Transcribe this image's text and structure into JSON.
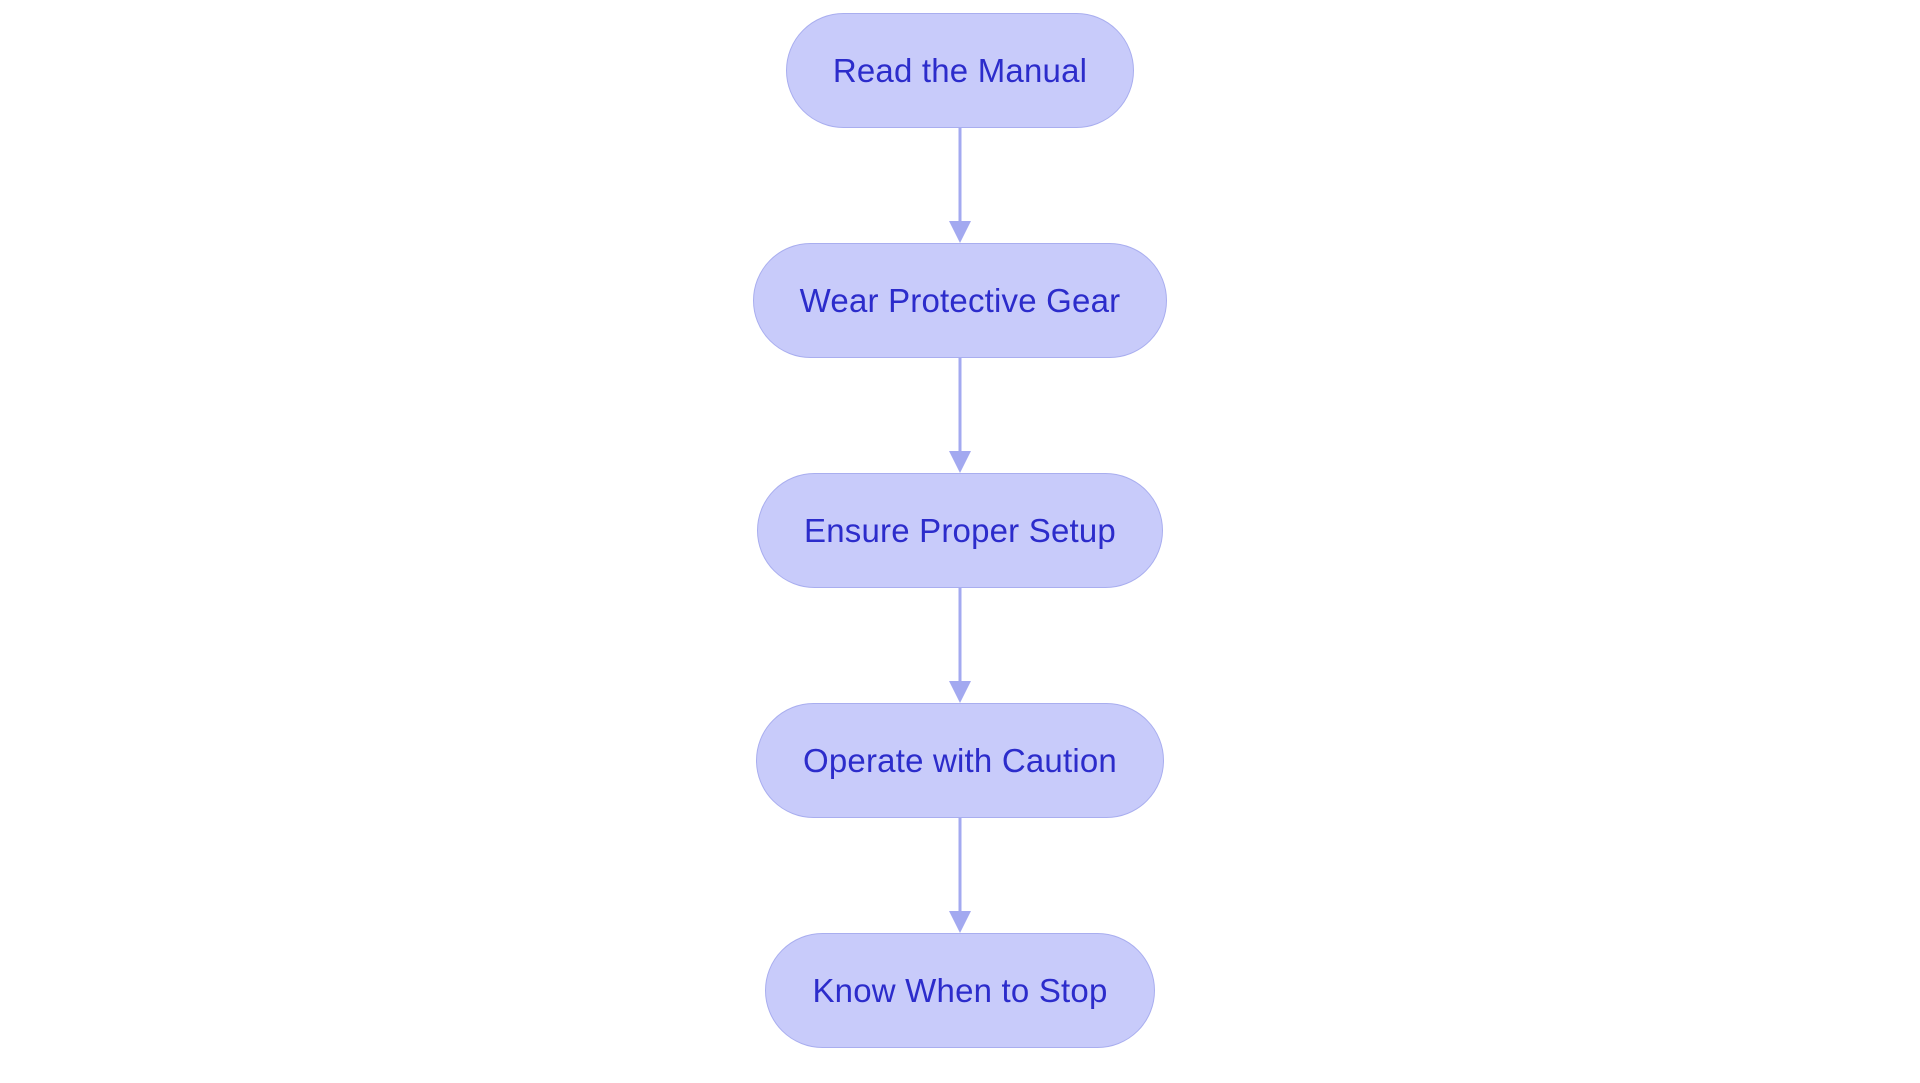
{
  "diagram": {
    "type": "flowchart",
    "orientation": "vertical-top-down",
    "background_color": "#ffffff",
    "node_fill_color": "#c8cbfa",
    "node_border_color": "#a9aeef",
    "node_text_color": "#2c2ccb",
    "connector_color": "#a3a9f0",
    "node_count": 5,
    "edge_count": 4,
    "nodes": [
      {
        "id": "node-1",
        "label": "Read the Manual",
        "shape": "stadium",
        "order": 1
      },
      {
        "id": "node-2",
        "label": "Wear Protective Gear",
        "shape": "stadium",
        "order": 2
      },
      {
        "id": "node-3",
        "label": "Ensure Proper Setup",
        "shape": "stadium",
        "order": 3
      },
      {
        "id": "node-4",
        "label": "Operate with Caution",
        "shape": "stadium",
        "order": 4
      },
      {
        "id": "node-5",
        "label": "Know When to Stop",
        "shape": "stadium",
        "order": 5
      }
    ],
    "edges": [
      {
        "id": "edge-1",
        "from": "node-1",
        "to": "node-2",
        "marker": "arrow-down-icon"
      },
      {
        "id": "edge-2",
        "from": "node-2",
        "to": "node-3",
        "marker": "arrow-down-icon"
      },
      {
        "id": "edge-3",
        "from": "node-3",
        "to": "node-4",
        "marker": "arrow-down-icon"
      },
      {
        "id": "edge-4",
        "from": "node-4",
        "to": "node-5",
        "marker": "arrow-down-icon"
      }
    ]
  }
}
